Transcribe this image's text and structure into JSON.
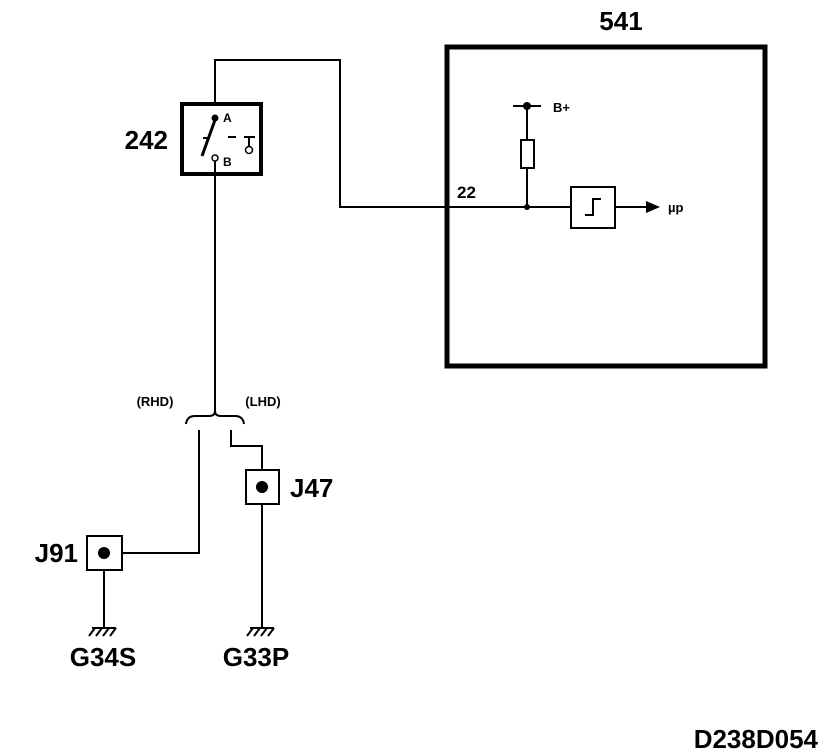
{
  "modules": {
    "ecu": {
      "label": "541",
      "pin": "22",
      "supply": "B+",
      "output": "µp"
    },
    "switch": {
      "label": "242",
      "terminal_a": "A",
      "terminal_b": "B"
    }
  },
  "variants": {
    "rhd": "(RHD)",
    "lhd": "(LHD)"
  },
  "connectors": {
    "j91": "J91",
    "j47": "J47"
  },
  "grounds": {
    "g34s": "G34S",
    "g33p": "G33P"
  },
  "diagram_code": "D238D054"
}
